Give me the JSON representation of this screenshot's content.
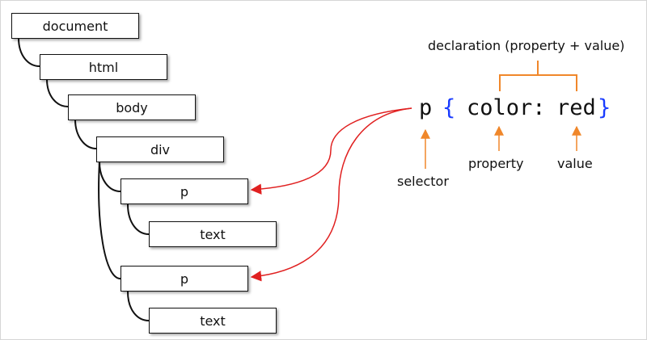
{
  "colors": {
    "tree_line": "#111111",
    "arrow_red": "#e02020",
    "annotation_orange": "#f0872a",
    "brace_blue": "#1a3cff",
    "text": "#111111"
  },
  "tree": {
    "document": "document",
    "html": "html",
    "body": "body",
    "div": "div",
    "p1": "p",
    "text1": "text",
    "p2": "p",
    "text2": "text"
  },
  "css_rule": {
    "selector": "p",
    "open_brace": "{",
    "property": "color:",
    "value": "red",
    "close_brace": "}"
  },
  "annotations": {
    "declaration": "declaration (property + value)",
    "selector": "selector",
    "property": "property",
    "value": "value"
  }
}
